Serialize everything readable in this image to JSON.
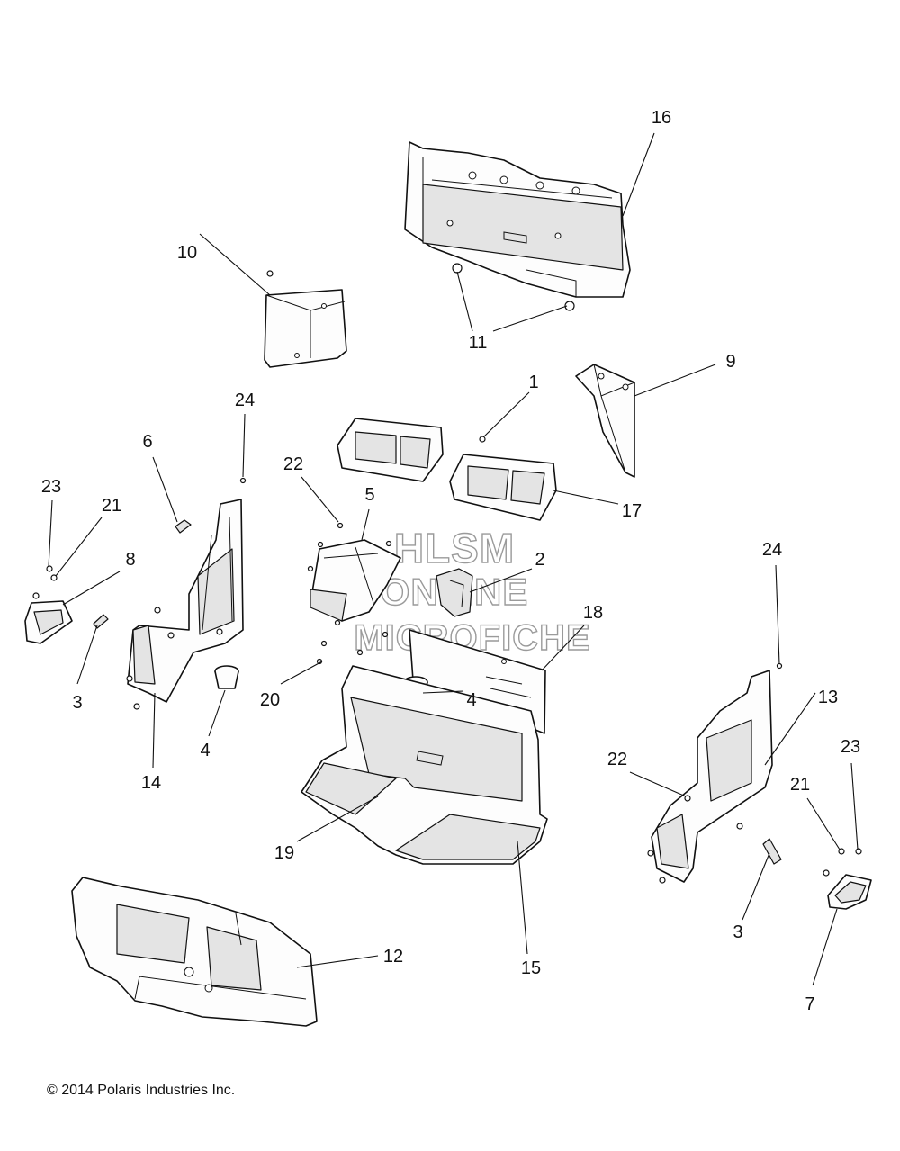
{
  "watermark": [
    "HLSM",
    "ONLINE",
    "MICROFICHE"
  ],
  "copyright": "© 2014 Polaris Industries Inc.",
  "callouts": {
    "c16": "16",
    "c10": "10",
    "c11": "11",
    "c9": "9",
    "c1": "1",
    "c24a": "24",
    "c6": "6",
    "c22a": "22",
    "c5": "5",
    "c17": "17",
    "c23a": "23",
    "c21a": "21",
    "c8": "8",
    "c2": "2",
    "c24b": "24",
    "c18": "18",
    "c3a": "3",
    "c14": "14",
    "c4a": "4",
    "c20": "20",
    "c4b": "4",
    "c22b": "22",
    "c13": "13",
    "c23b": "23",
    "c21b": "21",
    "c19": "19",
    "c3b": "3",
    "c15": "15",
    "c12": "12",
    "c7": "7"
  }
}
